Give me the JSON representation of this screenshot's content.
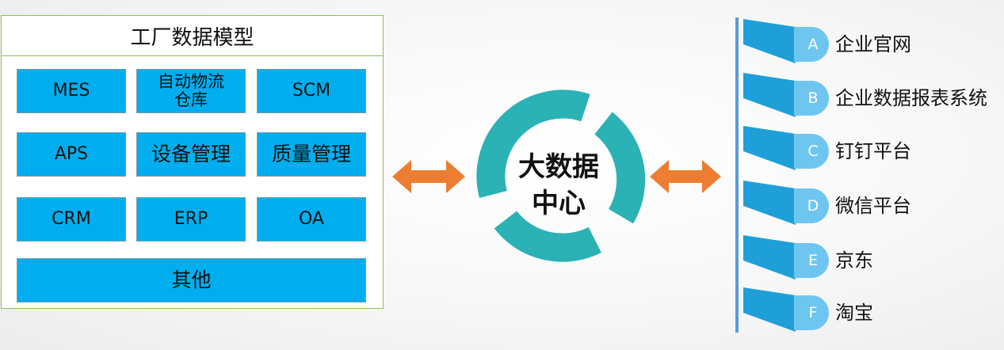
{
  "factory_model": {
    "title": "工厂数据模型",
    "modules": {
      "mes": "MES",
      "auto_logistics": "自动物流仓库",
      "scm": "SCM",
      "aps": "APS",
      "equipment": "设备管理",
      "quality": "质量管理",
      "crm": "CRM",
      "erp": "ERP",
      "oa": "OA",
      "other": "其他"
    }
  },
  "center": {
    "line1": "大数据",
    "line2": "中心"
  },
  "targets": [
    {
      "letter": "A",
      "label": "企业官网"
    },
    {
      "letter": "B",
      "label": "企业数据报表系统"
    },
    {
      "letter": "C",
      "label": "钉钉平台"
    },
    {
      "letter": "D",
      "label": "微信平台"
    },
    {
      "letter": "E",
      "label": "京东"
    },
    {
      "letter": "F",
      "label": "淘宝"
    }
  ],
  "colors": {
    "module_fill": "#00aeef",
    "panel_border": "#8fbf58",
    "arrow": "#ed7d31",
    "ring": "#2ab2b5",
    "band": "#1f9fd8",
    "badge": "#6ec6f0",
    "vertical_bar": "#5b9bd5"
  },
  "icons": {
    "left_arrow": "double-headed-arrow-icon",
    "right_arrow": "double-headed-arrow-icon"
  }
}
